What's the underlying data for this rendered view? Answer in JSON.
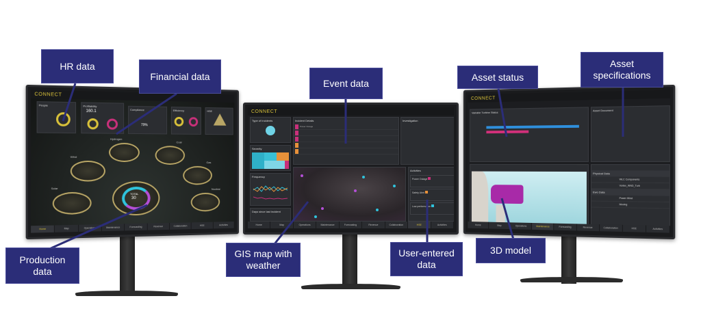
{
  "labels": {
    "hr": "HR data",
    "financial": "Financial data",
    "event": "Event data",
    "asset_status": "Asset status",
    "asset_specs": "Asset specifications",
    "production": "Production data",
    "gis": "GIS map with weather",
    "user_entered": "User-entered data",
    "model3d": "3D model"
  },
  "app": {
    "logo": "CONNECT"
  },
  "left_screen": {
    "cards": [
      "People",
      "Profitability",
      "Compliance",
      "Efficiency",
      "HSE"
    ],
    "opex": "160.1",
    "total_label": "TOTAL",
    "total_value": "30",
    "sources": [
      "Wind",
      "Hydrogen",
      "Coal",
      "Gas",
      "Solar",
      "Nuclear"
    ],
    "gauge_pct": "79%"
  },
  "middle_screen": {
    "panels": [
      "Type of Incidents",
      "Incident Details",
      "Investigation",
      "Severity",
      "Frequency",
      "Days since last incident",
      "Activities"
    ],
    "incident_type": "Power Outage",
    "activities": [
      "Power Outage",
      "Safety Alert",
      "Low performance"
    ]
  },
  "right_screen": {
    "chart_title": "Variable Turbine Status",
    "panel_title": "Asset Document",
    "sections": [
      "Physical Data",
      "Ewo Data"
    ],
    "properties": [
      "WLC Components",
      "Vortex_WND_Turb",
      "Power Wind",
      "Moving"
    ]
  },
  "nav": [
    "Home",
    "Map",
    "Operations",
    "Maintenance",
    "Forecasting",
    "Revenue",
    "Collaboration",
    "HSE",
    "Activities"
  ],
  "colors": {
    "label_bg": "#2b2d78",
    "accent": "#d8c13a",
    "cyan": "#2fc3dc",
    "magenta": "#c8307a",
    "orange": "#e8913a",
    "purple": "#b44fd6"
  }
}
